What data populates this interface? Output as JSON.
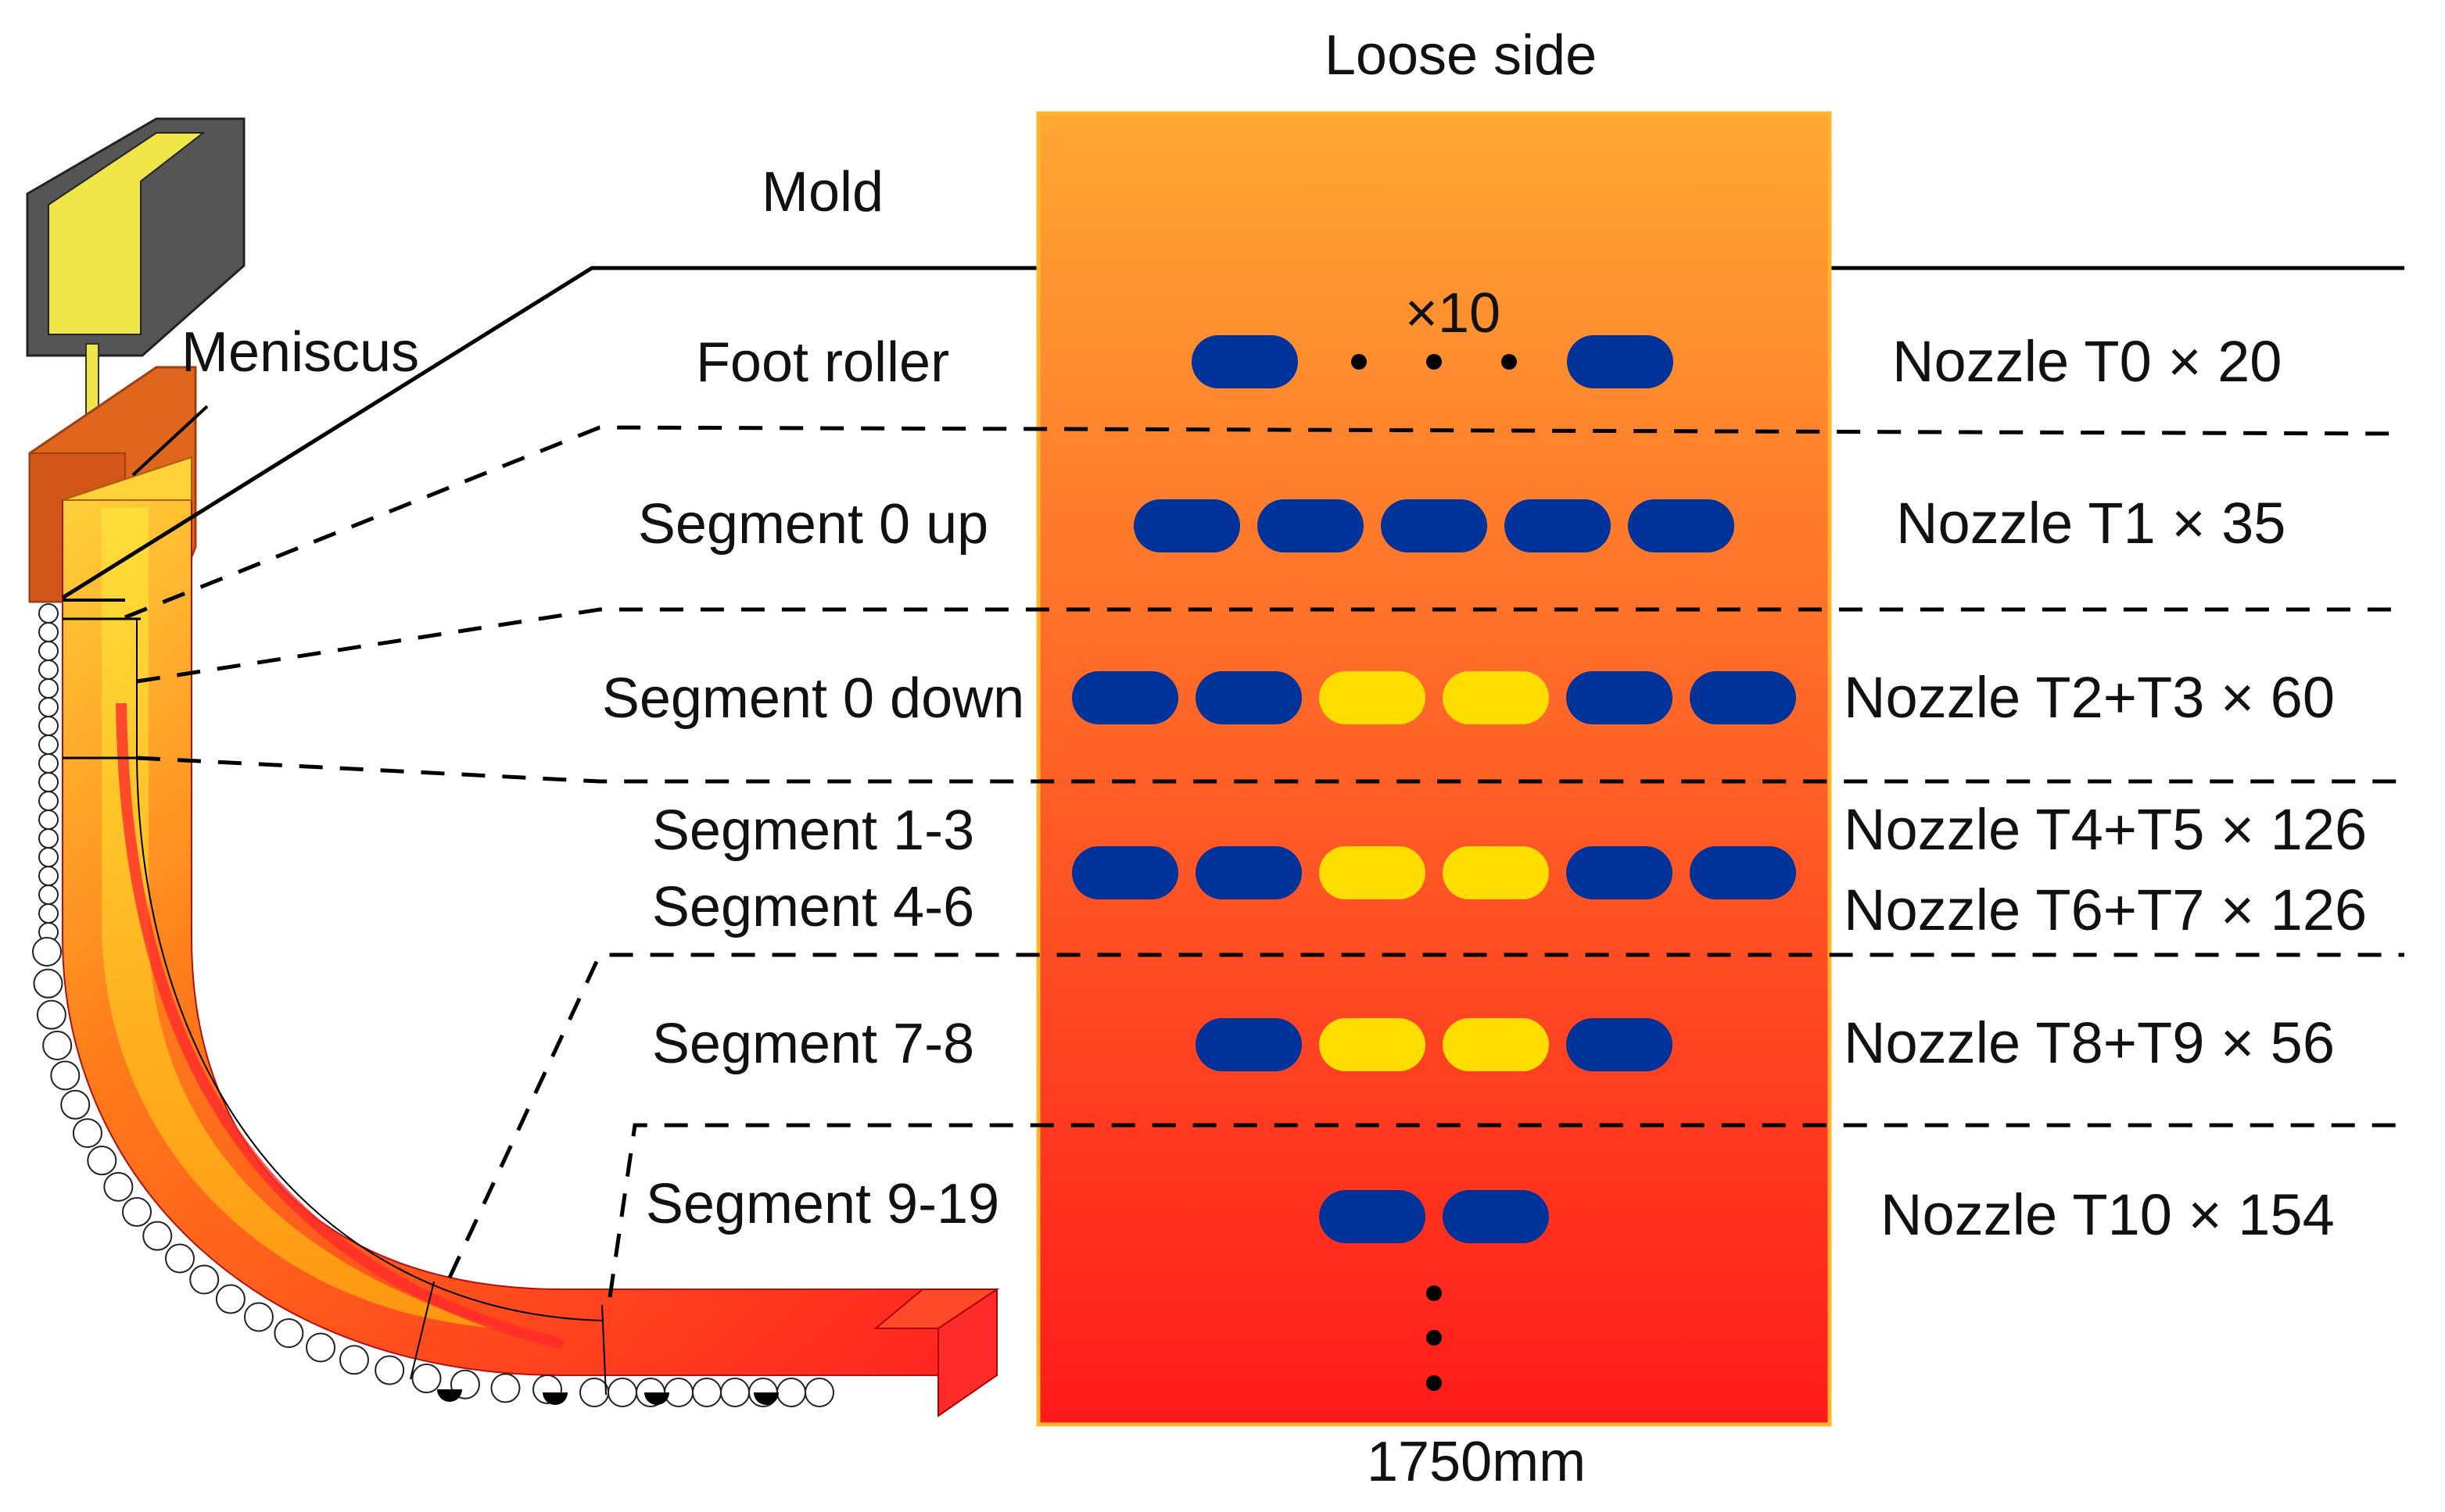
{
  "top_label": "Loose side",
  "width_label": "1750mm",
  "mold_label": "Mold",
  "meniscus_label": "Meniscus",
  "foot_multiplier": "×10",
  "colors": {
    "nozzle_blue": "#003399",
    "nozzle_yellow": "#ffdd00",
    "strand_gradient_top": "#ffa733",
    "strand_gradient_bottom": "#ff1a1a",
    "mold_wall": "#e0661e",
    "tundish_fill": "#f0e64a",
    "tundish_wall": "#555555"
  },
  "rows": [
    {
      "segment": "Foot roller",
      "nozzle": "Nozzle T0 × 20"
    },
    {
      "segment": "Segment 0 up",
      "nozzle": "Nozzle T1 × 35"
    },
    {
      "segment": "Segment 0 down",
      "nozzle": "Nozzle T2+T3 × 60"
    },
    {
      "segment": "Segment 1-3",
      "nozzle": "Nozzle T4+T5 × 126"
    },
    {
      "segment": "Segment 4-6",
      "nozzle": "Nozzle T6+T7 × 126"
    },
    {
      "segment": "Segment 7-8",
      "nozzle": "Nozzle T8+T9 × 56"
    },
    {
      "segment": "Segment 9-19",
      "nozzle": "Nozzle T10 × 154"
    }
  ],
  "nozzle_rows": [
    [
      "blue",
      "dots",
      "blue"
    ],
    [
      "blue",
      "blue",
      "blue",
      "blue",
      "blue"
    ],
    [
      "blue",
      "blue",
      "yellow",
      "yellow",
      "blue",
      "blue"
    ],
    [
      "blue",
      "blue",
      "yellow",
      "yellow",
      "blue",
      "blue"
    ],
    [
      "blue",
      "yellow",
      "yellow",
      "blue"
    ],
    [
      "blue",
      "blue",
      "vertical-dots"
    ]
  ]
}
